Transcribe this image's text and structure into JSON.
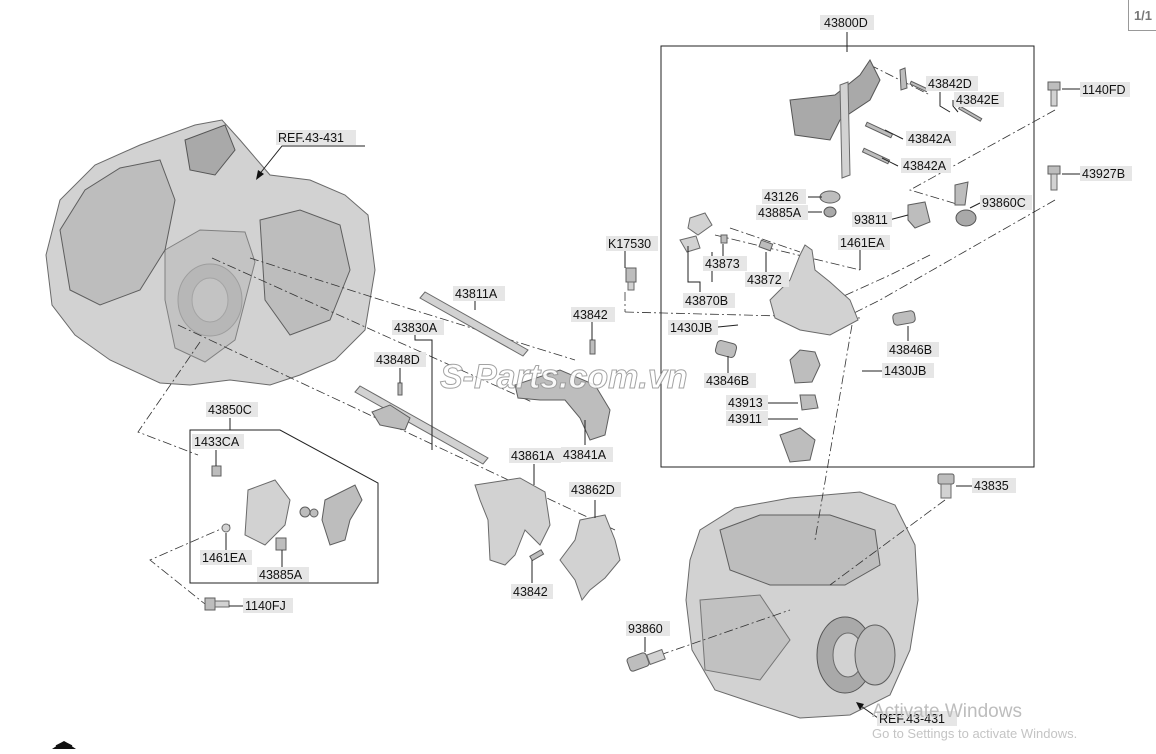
{
  "page_indicator": "1/1",
  "watermark": "S-Parts.com.vn",
  "windows_watermark": {
    "title": "Activate Windows",
    "subtitle": "Go to Settings to activate Windows."
  },
  "labels": {
    "ref_top": "REF.43-431",
    "ref_bottom": "REF.43-431",
    "p43800D": "43800D",
    "p43842D": "43842D",
    "p43842E": "43842E",
    "p43842A_1": "43842A",
    "p43842A_2": "43842A",
    "p1140FD": "1140FD",
    "p43927B": "43927B",
    "p43126": "43126",
    "p43885A_top": "43885A",
    "p93811": "93811",
    "p93860C": "93860C",
    "pK17530": "K17530",
    "p1461EA_top": "1461EA",
    "p43873": "43873",
    "p43872": "43872",
    "p43870B": "43870B",
    "p43811A": "43811A",
    "p43842_mid": "43842",
    "p1430JB_1": "1430JB",
    "p1430JB_2": "1430JB",
    "p43846B_1": "43846B",
    "p43846B_2": "43846B",
    "p43830A": "43830A",
    "p43848D": "43848D",
    "p43913": "43913",
    "p43911": "43911",
    "p43850C": "43850C",
    "p1433CA": "1433CA",
    "p43861A": "43861A",
    "p43841A": "43841A",
    "p43862D": "43862D",
    "p1461EA_bot": "1461EA",
    "p43885A_bot": "43885A",
    "p43842_bot": "43842",
    "p1140FJ": "1140FJ",
    "p43835": "43835",
    "p93860": "93860"
  }
}
